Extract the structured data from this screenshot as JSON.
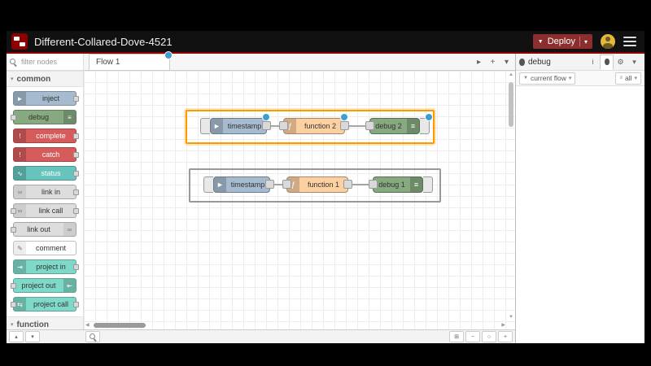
{
  "colors": {
    "accent_red": "#8f0000",
    "deploy_bg": "#8c2e2e",
    "changed_dot": "#3d9fd1",
    "group_selected_border": "#ff9900",
    "group_border": "#999999"
  },
  "header": {
    "title": "Different-Collared-Dove-4521",
    "deploy_label": "Deploy",
    "deploy_icon": "▼",
    "deploy_caret": "▾"
  },
  "palette": {
    "search_placeholder": "filter nodes",
    "categories": [
      {
        "label": "common"
      },
      {
        "label": "function"
      }
    ],
    "category_chevron": "▾",
    "controls": {
      "collapse_all": "▴",
      "expand_all": "▾"
    },
    "nodes": [
      {
        "label": "inject",
        "icon": "►",
        "color": "#a6bbcf"
      },
      {
        "label": "debug",
        "icon": "≡",
        "color": "#87a980"
      },
      {
        "label": "complete",
        "icon": "!",
        "color": "#d65c5c"
      },
      {
        "label": "catch",
        "icon": "!",
        "color": "#d65c5c"
      },
      {
        "label": "status",
        "icon": "∿",
        "color": "#66c4bc"
      },
      {
        "label": "link in",
        "icon": "∞",
        "color": "#dddddd"
      },
      {
        "label": "link call",
        "icon": "∞",
        "color": "#dddddd"
      },
      {
        "label": "link out",
        "icon": "∞",
        "color": "#dddddd"
      },
      {
        "label": "comment",
        "icon": "✎",
        "color": "#ffffff"
      },
      {
        "label": "project in",
        "icon": "⇥",
        "color": "#7fd9c9"
      },
      {
        "label": "project out",
        "icon": "⇤",
        "color": "#7fd9c9"
      },
      {
        "label": "project call",
        "icon": "⇆",
        "color": "#7fd9c9"
      }
    ]
  },
  "workspace": {
    "tab_label": "Flow 1",
    "controls": {
      "scroll": "▸",
      "add": "+",
      "menu": "▾",
      "grid": "⊞",
      "zoom_out": "−",
      "zoom_reset": "○",
      "zoom_in": "+",
      "arrow_up": "▲",
      "arrow_down": "▼",
      "arrow_left": "◀",
      "arrow_right": "▶"
    },
    "flows": [
      {
        "selected": true,
        "nodes": [
          {
            "label": "timestamp",
            "icon": "►",
            "color": "#a6bbcf"
          },
          {
            "label": "function 2",
            "icon": "ƒ",
            "color": "#fdd0a2"
          },
          {
            "label": "debug 2",
            "icon": "≡",
            "color": "#87a980"
          }
        ]
      },
      {
        "selected": false,
        "nodes": [
          {
            "label": "timestamp",
            "icon": "►",
            "color": "#a6bbcf"
          },
          {
            "label": "function 1",
            "icon": "ƒ",
            "color": "#fdd0a2"
          },
          {
            "label": "debug 1",
            "icon": "≡",
            "color": "#87a980"
          }
        ]
      }
    ]
  },
  "sidebar": {
    "title": "debug",
    "tabs": {
      "info": "i",
      "gear": "⚙",
      "menu": "▾"
    },
    "filters": {
      "flow": "current flow",
      "all": "all",
      "all_icon": "≡",
      "funnel": "▼",
      "caret": "▾"
    }
  }
}
